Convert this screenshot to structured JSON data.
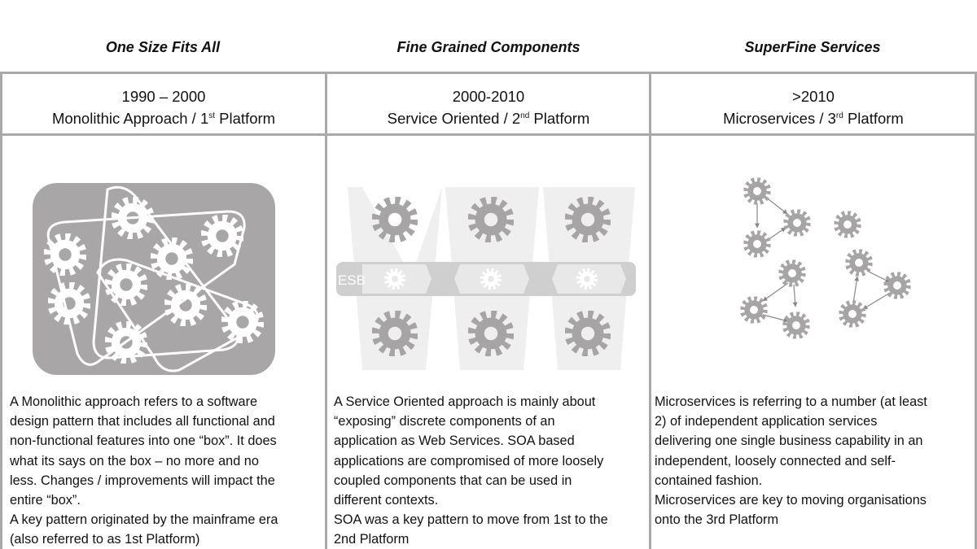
{
  "columns": [
    {
      "era_title": "One Size Fits All",
      "period": "1990 – 2000",
      "platform_prefix": "Monolithic Approach / 1",
      "platform_sup": "st",
      "platform_suffix": " Platform",
      "description_lines": [
        "A Monolithic approach refers to a software",
        "design pattern that includes all functional and",
        "non-functional features into one “box”. It does",
        "what its says on the box – no more and no",
        "less. Changes / improvements will impact the",
        "entire “box”.",
        "A key pattern originated by the mainframe era",
        "(also referred  to as 1st Platform)"
      ]
    },
    {
      "era_title": "Fine Grained Components",
      "period": "2000-2010",
      "platform_prefix": "Service Oriented / 2",
      "platform_sup": "nd",
      "platform_suffix": " Platform",
      "esb_label": "ESB",
      "description_lines": [
        "A Service Oriented approach is mainly about",
        "“exposing” discrete components of an",
        "application as Web Services. SOA based",
        "applications are compromised of more loosely",
        "coupled components that can be used in",
        "different contexts.",
        "SOA was a key pattern to move from 1st to the",
        "2nd Platform"
      ]
    },
    {
      "era_title": "SuperFine Services",
      "period": ">2010",
      "platform_prefix": "Microservices / 3",
      "platform_sup": "rd",
      "platform_suffix": " Platform",
      "description_lines": [
        "Microservices  is referring to a number (at least",
        "2) of independent application services",
        "delivering one single business capability in an",
        "independent, loosely connected and self-",
        "contained fashion.",
        "Microservices  are key to moving organisations",
        "onto the 3rd Platform"
      ]
    }
  ],
  "colors": {
    "border": "#a9a9a9",
    "gear": "#a6a4a4",
    "panel": "#a8a6a6"
  }
}
